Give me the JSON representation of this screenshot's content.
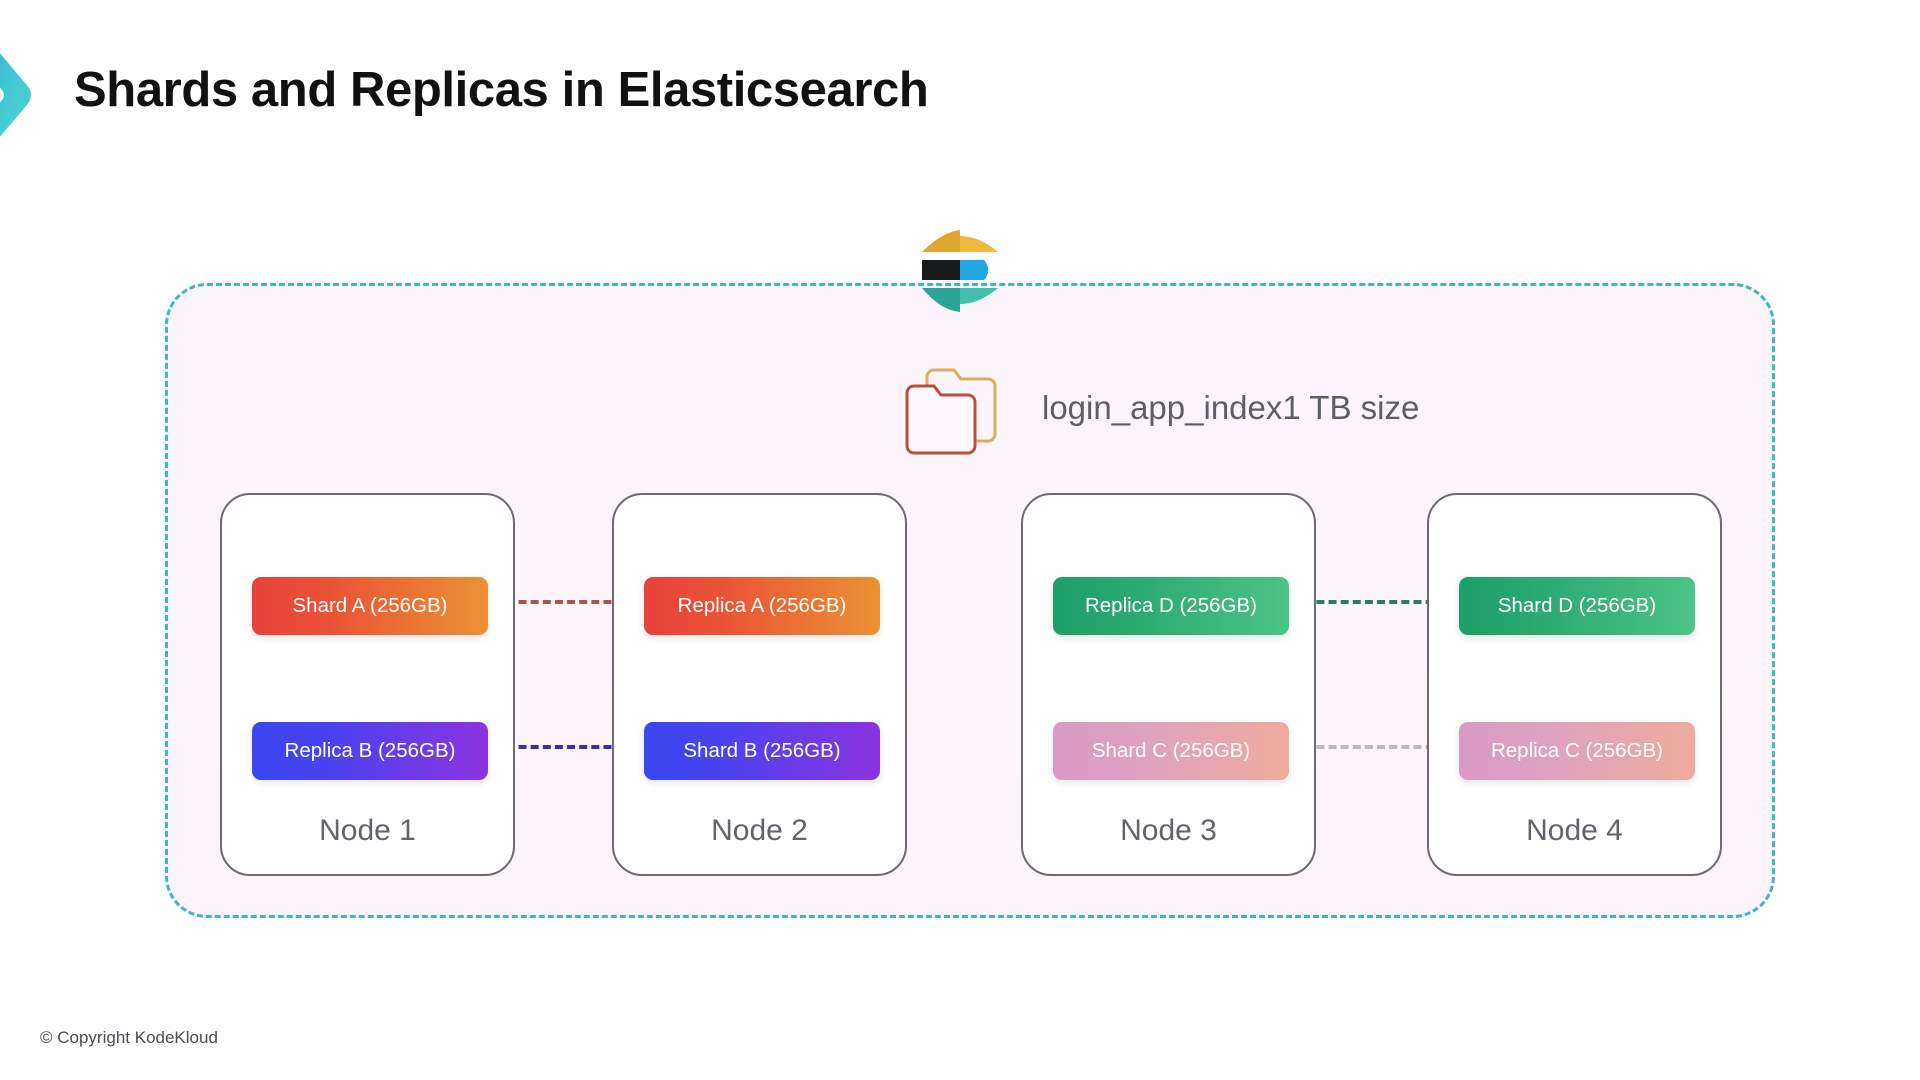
{
  "page": {
    "title": "Shards and Replicas in Elasticsearch",
    "copyright": "© Copyright KodeKloud"
  },
  "brand": {
    "chevron_icon": "chevron-right-icon",
    "chevron_gradient_from": "#2f9fd6",
    "chevron_gradient_to": "#4dd6cf"
  },
  "cluster": {
    "border_color": "#3fb6c6",
    "background_color": "#fbf4fb",
    "logo_icon": "elasticsearch-logo-icon",
    "logo_colors": {
      "top_arc": "#f0b73e",
      "middle_dark": "#17191c",
      "middle_blue": "#20a7e3",
      "bottom_arc": "#2ba598"
    },
    "index": {
      "folder_icon": "folder-stack-icon",
      "folder_stroke_back": "#d8b05a",
      "folder_stroke_front": "#b8503a",
      "label": "login_app_index1 TB size"
    },
    "nodes": [
      {
        "label": "Node 1",
        "shards": [
          {
            "label": "Shard A (256GB)",
            "theme": "g-orange"
          },
          {
            "label": "Replica B (256GB)",
            "theme": "g-indigo"
          }
        ]
      },
      {
        "label": "Node 2",
        "shards": [
          {
            "label": "Replica A (256GB)",
            "theme": "g-orange"
          },
          {
            "label": "Shard B (256GB)",
            "theme": "g-indigo"
          }
        ]
      },
      {
        "label": "Node 3",
        "shards": [
          {
            "label": "Replica D (256GB)",
            "theme": "g-green"
          },
          {
            "label": "Shard C (256GB)",
            "theme": "g-pink"
          }
        ]
      },
      {
        "label": "Node 4",
        "shards": [
          {
            "label": "Shard D (256GB)",
            "theme": "g-green"
          },
          {
            "label": "Replica C (256GB)",
            "theme": "g-pink"
          }
        ]
      }
    ],
    "connectors": [
      {
        "name": "shard-a-to-replica-a",
        "color": "#a8564b"
      },
      {
        "name": "replica-b-to-shard-b",
        "color": "#3a2fa0"
      },
      {
        "name": "replica-d-to-shard-d",
        "color": "#317a5e"
      },
      {
        "name": "shard-c-to-replica-c",
        "color": "#c3b6bd"
      }
    ]
  }
}
